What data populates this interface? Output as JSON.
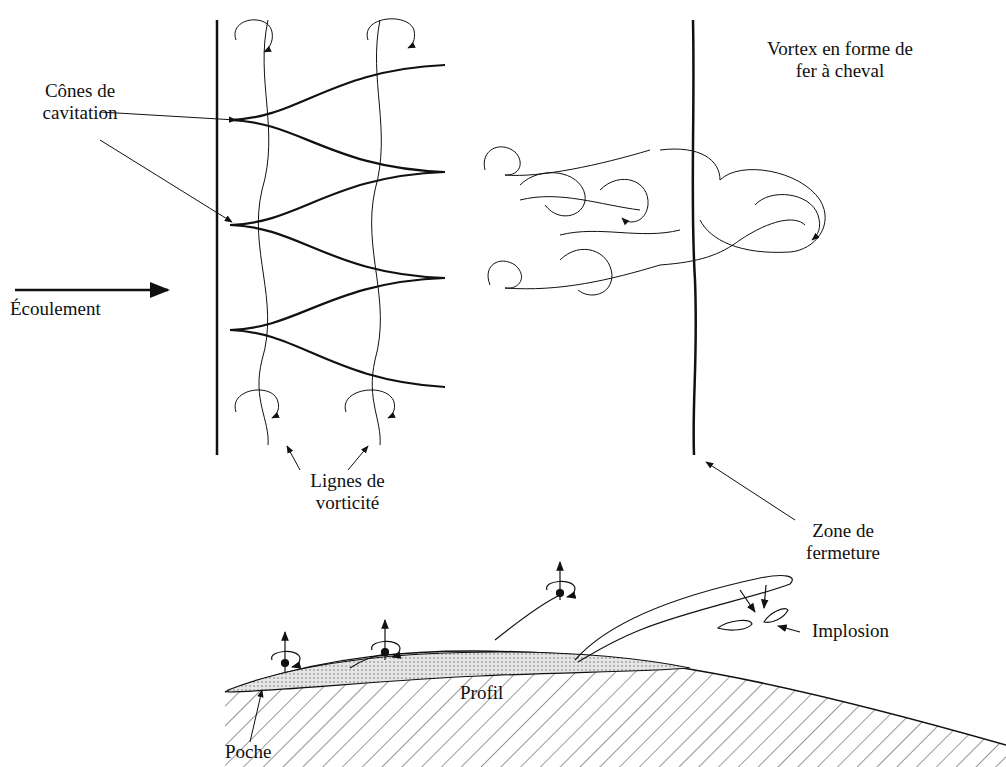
{
  "diagram": {
    "labels": [
      "Cônes de cavitation",
      "Écoulement",
      "Lignes de vorticité",
      "Vortex en forme de fer à cheval",
      "Zone de fermeture",
      "Implosion",
      "Profil",
      "Poche"
    ]
  }
}
